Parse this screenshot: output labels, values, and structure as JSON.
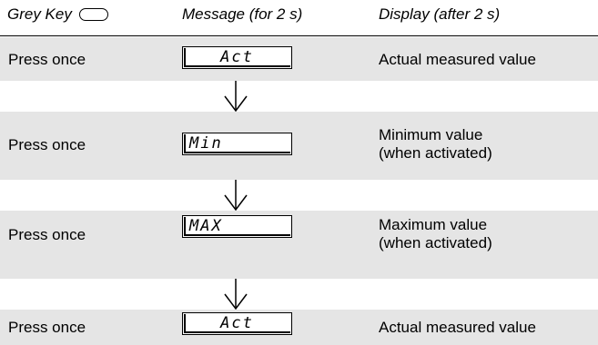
{
  "header": {
    "col1": "Grey Key",
    "col2": "Message (for 2 s)",
    "col3": "Display (after 2 s)"
  },
  "rows": [
    {
      "action": "Press once",
      "message": "Act",
      "display": "Actual measured value"
    },
    {
      "action": "Press once",
      "message": "Min",
      "display": "Minimum value\n(when activated)"
    },
    {
      "action": "Press once",
      "message": "MAX",
      "display": "Maximum value\n(when activated)"
    },
    {
      "action": "Press once",
      "message": "Act",
      "display": "Actual measured value"
    }
  ],
  "icons": {
    "key": "grey-key-icon",
    "arrow": "down-arrow-icon"
  }
}
